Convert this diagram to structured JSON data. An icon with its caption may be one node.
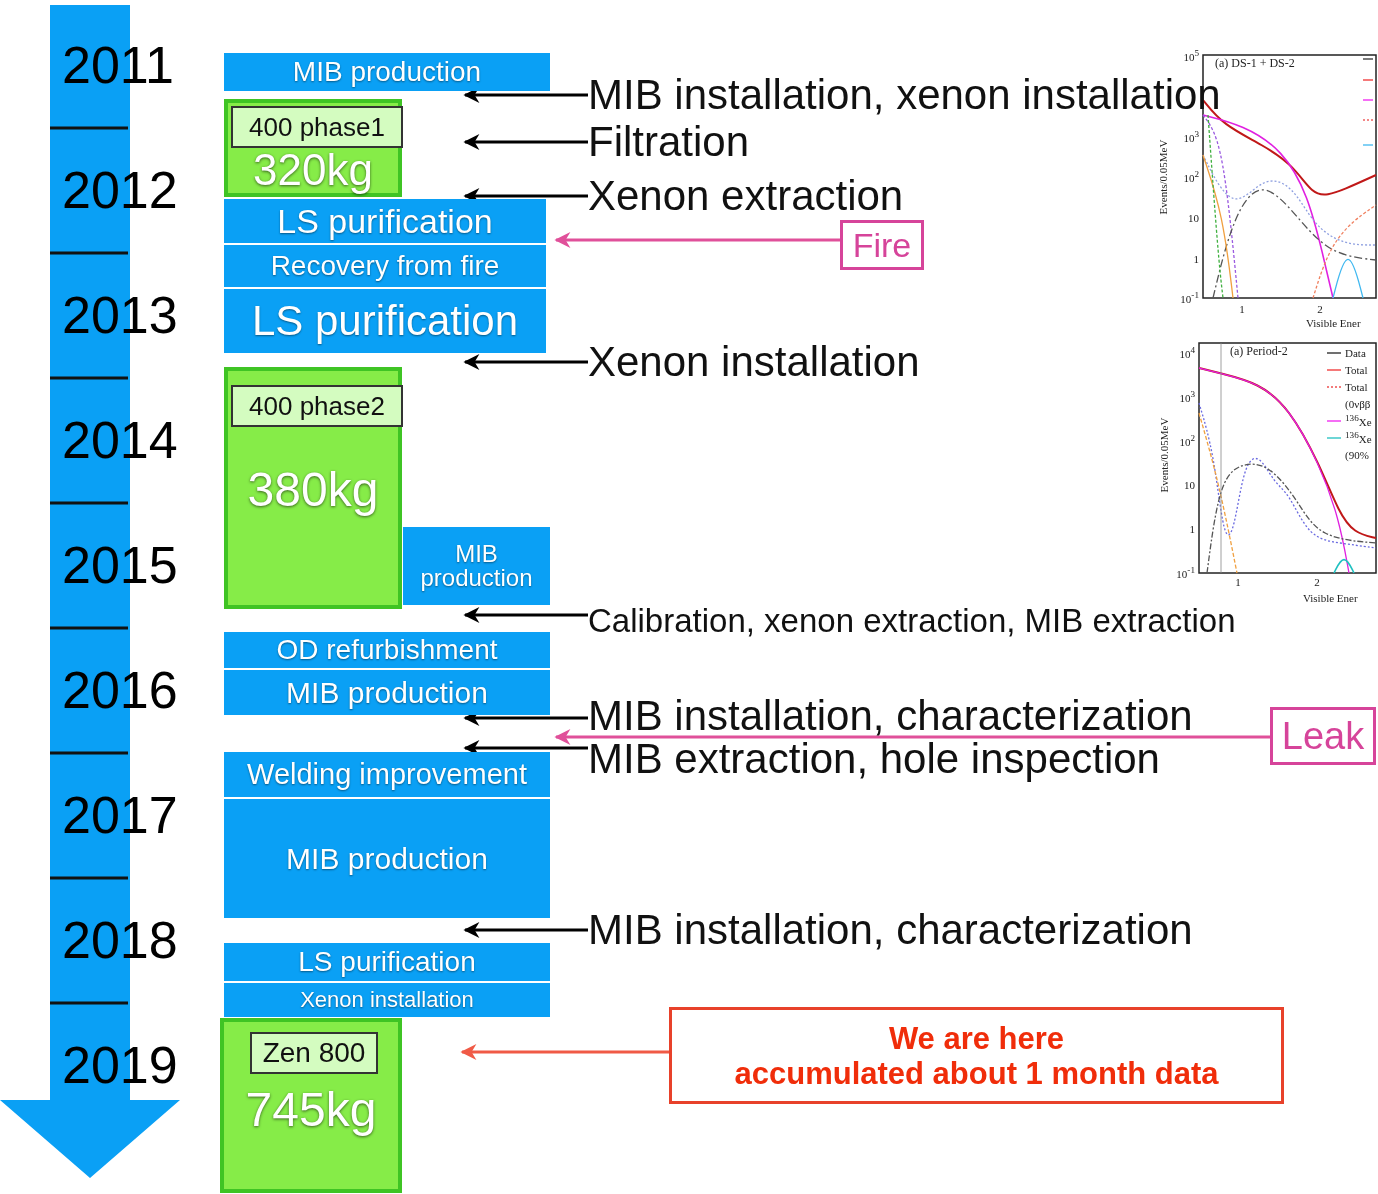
{
  "diagram": {
    "nodes": [
      {
        "text": [
          "MIB production"
        ]
      },
      {
        "text": [
          "320kg"
        ]
      },
      {
        "text": [
          "400 phase1"
        ],
        "in": 1
      },
      {
        "text": [
          "LS purification"
        ]
      },
      {
        "text": [
          "Recovery from fire"
        ]
      },
      {
        "text": [
          "LS purification"
        ]
      },
      {
        "text": [
          "380kg"
        ]
      },
      {
        "text": [
          "400 phase2"
        ],
        "in": 6
      },
      {
        "text": [
          "MIB production"
        ]
      },
      {
        "text": [
          "OD refurbishment"
        ]
      },
      {
        "text": [
          "MIB production"
        ]
      },
      {
        "text": [
          "Welding improvement"
        ]
      },
      {
        "text": [
          "MIB production"
        ]
      },
      {
        "text": [
          "LS purification"
        ]
      },
      {
        "text": [
          "Xenon installation"
        ]
      },
      {
        "text": [
          "745kg"
        ]
      },
      {
        "text": [
          "Zen 800"
        ],
        "in": 15
      },
      {
        "text": [
          "MIB installation, xenon installation"
        ]
      },
      {
        "text": [
          "Filtration"
        ]
      },
      {
        "text": [
          "Xenon extraction"
        ]
      },
      {
        "text": [
          "Fire"
        ]
      },
      {
        "text": [
          "Xenon installation"
        ]
      },
      {
        "text": [
          "Calibration, xenon extraction, MIB extraction"
        ]
      },
      {
        "text": [
          "MIB installation, characterization"
        ]
      },
      {
        "text": [
          "MIB extraction, hole inspection"
        ]
      },
      {
        "text": [
          "Leak"
        ]
      },
      {
        "text": [
          "MIB installation, characterization"
        ]
      },
      {
        "text": [
          "We are here",
          "accumulated about 1 month data"
        ]
      }
    ],
    "edges": [
      {
        "from": 17,
        "to": 0,
        "arrow": "to"
      },
      {
        "from": 18,
        "to": null,
        "arrow": "to"
      },
      {
        "from": 19,
        "to": 3,
        "arrow": "to"
      },
      {
        "from": 20,
        "to": 4,
        "arrow": "to",
        "color": "#e0509a"
      },
      {
        "from": 21,
        "to": 5,
        "arrow": "to"
      },
      {
        "from": 22,
        "to": 8,
        "arrow": "to"
      },
      {
        "from": 23,
        "to": 10,
        "arrow": "to"
      },
      {
        "from": 25,
        "to": 10,
        "arrow": "to",
        "color": "#e0509a"
      },
      {
        "from": 24,
        "to": 11,
        "arrow": "to"
      },
      {
        "from": 26,
        "to": 13,
        "arrow": "to"
      },
      {
        "from": 27,
        "to": 14,
        "arrow": "to",
        "color": "#f05a46"
      }
    ],
    "labels": [
      "2011",
      "2012",
      "2013",
      "2014",
      "2015",
      "2016",
      "2017",
      "2018",
      "2019",
      "10$^{5}$",
      "(a) DS-1 + DS-2",
      "10$^{3}$",
      "Events/0.05MeV",
      "10$^{2}$",
      "10",
      "1",
      "10$^{-1}$",
      "1",
      "2",
      "Visible Ener",
      "10$^{4}$",
      "(a) Period-2",
      "Data",
      "Total",
      "Total",
      "(0νββ",
      "$^{136}$Xe",
      "$^{136}$Xe",
      "(90%",
      "10$^{3}$",
      "Events/0.05MeV",
      "10$^{2}$",
      "10",
      "1",
      "10$^{-1}$",
      "1",
      "2",
      "Visible Ener"
    ]
  }
}
